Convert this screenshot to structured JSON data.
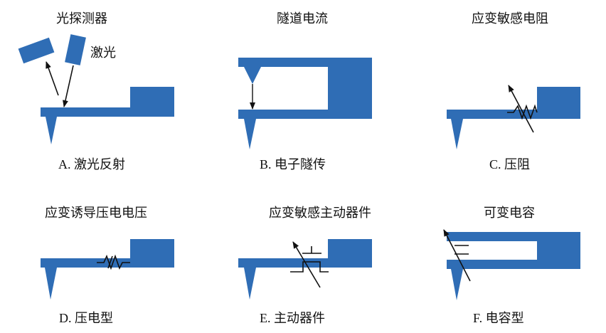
{
  "colors": {
    "cantilever": "#2f6db5",
    "line": "#111111",
    "background": "#ffffff"
  },
  "panels": [
    {
      "id": "A",
      "title": "光探测器",
      "sublabel": "激光",
      "caption": "A. 激光反射"
    },
    {
      "id": "B",
      "title": "隧道电流",
      "caption": "B. 电子隧传"
    },
    {
      "id": "C",
      "title": "应变敏感电阻",
      "caption": "C. 压阻"
    },
    {
      "id": "D",
      "title": "应变诱导压电电压",
      "caption": "D. 压电型"
    },
    {
      "id": "E",
      "title": "应变敏感主动器件",
      "caption": "E. 主动器件"
    },
    {
      "id": "F",
      "title": "可变电容",
      "caption": "F. 电容型"
    }
  ]
}
